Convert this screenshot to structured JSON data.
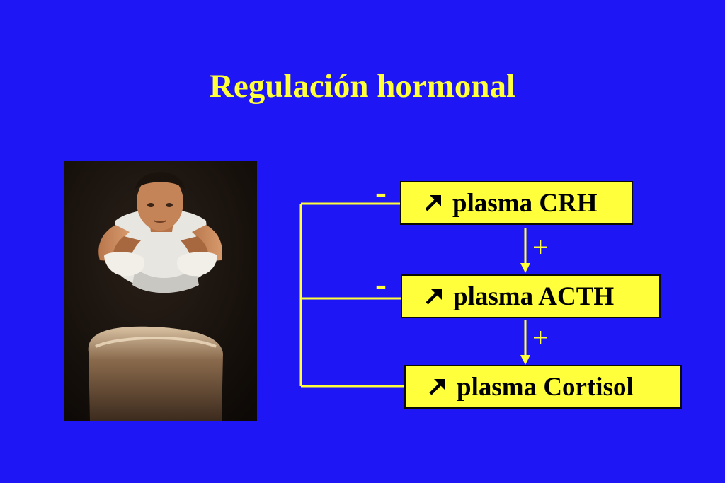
{
  "slide": {
    "title": "Regulación hormonal",
    "background_color": "#1f16f5",
    "accent_color": "#ffff3c"
  },
  "photo": {
    "icon": "gymnast-photo"
  },
  "boxes": [
    {
      "label": "plasma CRH",
      "icon": "up-arrow-icon"
    },
    {
      "label": "plasma ACTH",
      "icon": "up-arrow-icon"
    },
    {
      "label": "plasma Cortisol",
      "icon": "up-arrow-icon"
    }
  ],
  "signs": {
    "stimulation_1": "+",
    "stimulation_2": "+",
    "inhibition_1": "-",
    "inhibition_2": "-"
  }
}
